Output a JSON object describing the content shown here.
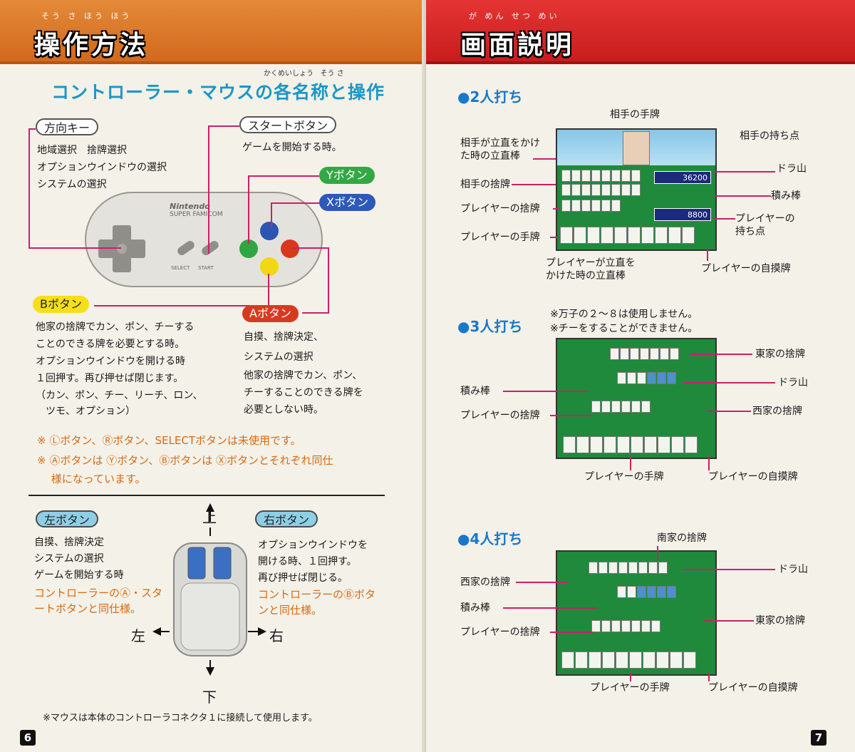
{
  "left_page": {
    "header": {
      "title": "操作方法",
      "ruby": "そう さ ほう ほう"
    },
    "section_title": "コントローラー・マウスの各名称と操作",
    "section_ruby": "かくめいしょう   そう さ",
    "controller": {
      "direction_key": {
        "label": "方向キー",
        "lines": [
          "地域選択　捨牌選択",
          "オプションウインドウの選択",
          "システムの選択"
        ]
      },
      "start_button": {
        "label": "スタートボタン",
        "desc": "ゲームを開始する時。"
      },
      "y_button": {
        "label": "Yボタン"
      },
      "x_button": {
        "label": "Xボタン"
      },
      "b_button": {
        "label": "Bボタン",
        "lines": [
          "他家の捨牌でカン、ポン、チーする",
          "ことのできる牌を必要とする時。",
          "オプションウインドウを開ける時",
          "１回押す。再び押せば閉じます。",
          "（カン、ポン、チー、リーチ、ロン、",
          "　ツモ、オプション）"
        ]
      },
      "a_button": {
        "label": "Aボタン",
        "lines": [
          "自摸、捨牌決定、",
          "システムの選択",
          "他家の捨牌でカン、ポン、",
          "チーすることのできる牌を",
          "必要としない時。"
        ]
      },
      "brand_line1": "Nintendo",
      "brand_line2": "SUPER FAMICOM",
      "select_label": "SELECT",
      "start_label": "START"
    },
    "notes": [
      "※ Ⓛボタン、Ⓡボタン、SELECTボタンは未使用です。",
      "※ Ⓐボタンは Ⓨボタン、Ⓑボタンは Ⓧボタンとそれぞれ同仕",
      "　 様になっています。"
    ],
    "mouse": {
      "left_button": {
        "label": "左ボタン",
        "lines": [
          "自摸、捨牌決定",
          "システムの選択",
          "ゲームを開始する時"
        ],
        "note": [
          "コントローラーのⒶ・スタ",
          "ートボタンと同仕様。"
        ]
      },
      "right_button": {
        "label": "右ボタン",
        "lines": [
          "オプションウインドウを",
          "開ける時、１回押す。",
          "再び押せば閉じる。"
        ],
        "note": [
          "コントローラーのⒷボタ",
          "ンと同仕様。"
        ]
      },
      "dir_up": "上",
      "dir_down": "下",
      "dir_left": "左",
      "dir_right": "右",
      "footer_note": "※マウスは本体のコントローラコネクタ１に接続して使用します。"
    },
    "page_number": "6"
  },
  "right_page": {
    "header": {
      "title": "画面説明",
      "ruby": "が めん せつ めい"
    },
    "two_player": {
      "title": "●2人打ち",
      "labels": {
        "opp_hand": "相手の手牌",
        "opp_riichi": "相手が立直をかけ\nた時の立直棒",
        "opp_discard": "相手の捨牌",
        "player_discard": "プレイヤーの捨牌",
        "player_hand": "プレイヤーの手牌",
        "player_riichi": "プレイヤーが立直を\nかけた時の立直棒",
        "opp_points": "相手の持ち点",
        "dora": "ドラ山",
        "honba": "積み棒",
        "player_points": "プレイヤーの\n持ち点",
        "player_tsumo": "プレイヤーの自摸牌"
      },
      "score_opp": "36200",
      "score_player": "8800"
    },
    "three_player": {
      "title": "●3人打ち",
      "notes": [
        "※万子の２〜８は使用しません。",
        "※チーをすることができません。"
      ],
      "labels": {
        "east_discard": "東家の捨牌",
        "dora": "ドラ山",
        "honba": "積み棒",
        "west_discard": "西家の捨牌",
        "player_discard": "プレイヤーの捨牌",
        "player_hand": "プレイヤーの手牌",
        "player_tsumo": "プレイヤーの自摸牌"
      }
    },
    "four_player": {
      "title": "●4人打ち",
      "labels": {
        "south_discard": "南家の捨牌",
        "dora": "ドラ山",
        "west_discard": "西家の捨牌",
        "honba": "積み棒",
        "east_discard": "東家の捨牌",
        "player_discard": "プレイヤーの捨牌",
        "player_hand": "プレイヤーの手牌",
        "player_tsumo": "プレイヤーの自摸牌"
      }
    },
    "page_number": "7"
  }
}
